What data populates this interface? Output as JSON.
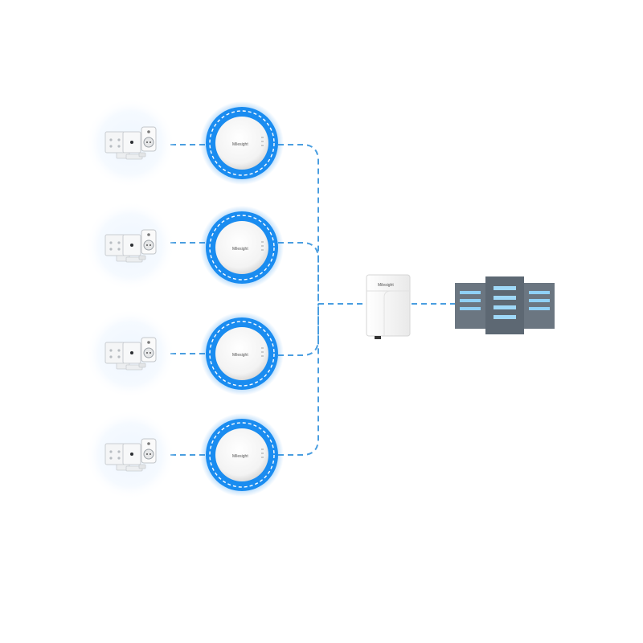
{
  "brand": {
    "name": "Milesight",
    "primary_color": "#1a8cf0",
    "line_color": "#4a9ee0",
    "server_color": "#6b7681",
    "server_light": "#8fd0f5"
  },
  "diagram": {
    "rows": [
      {
        "sensor_icon": "smart-plug-and-switch-icon",
        "node_icon": "milesight-controller-icon",
        "node_label": "Milesight"
      },
      {
        "sensor_icon": "smart-plug-and-switch-icon",
        "node_icon": "milesight-controller-icon",
        "node_label": "Milesight"
      },
      {
        "sensor_icon": "smart-plug-and-switch-icon",
        "node_icon": "milesight-controller-icon",
        "node_label": "Milesight"
      },
      {
        "sensor_icon": "smart-plug-and-switch-icon",
        "node_icon": "milesight-controller-icon",
        "node_label": "Milesight"
      }
    ],
    "gateway": {
      "icon": "gateway-icon",
      "label": "Milesight"
    },
    "server": {
      "icon": "server-rack-icon"
    }
  }
}
